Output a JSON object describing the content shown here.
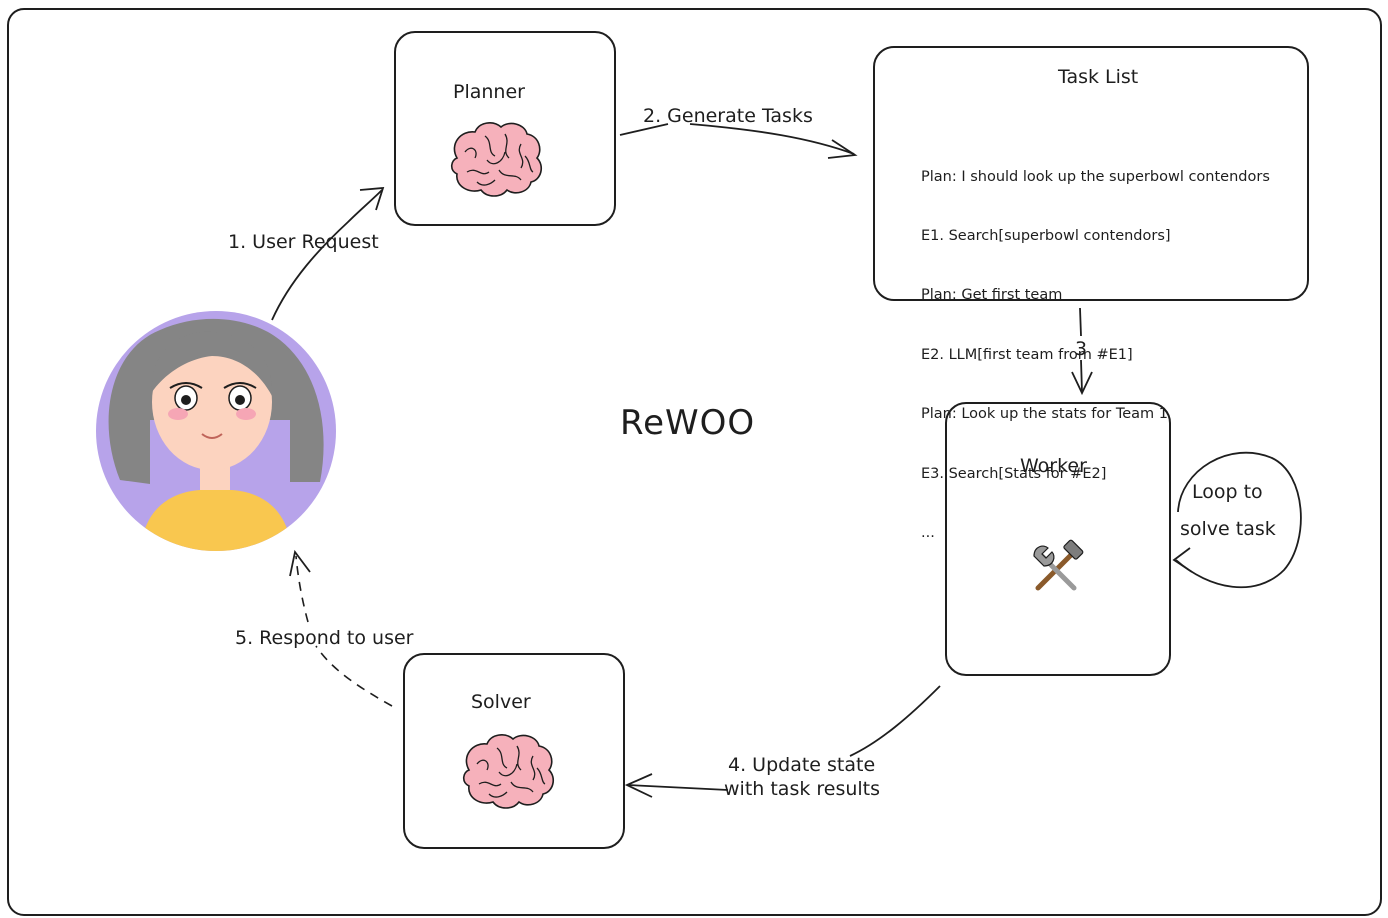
{
  "title": "ReWOO",
  "nodes": {
    "planner": {
      "label": "Planner",
      "icon": "brain-icon"
    },
    "task_list": {
      "label": "Task List",
      "lines": [
        "Plan: I should look up the superbowl contendors",
        "E1. Search[superbowl contendors]",
        "Plan: Get first team",
        "E2. LLM[first team from #E1]",
        "Plan: Look up the stats for Team 1",
        "E3. Search[Stats for #E2]",
        "..."
      ]
    },
    "worker": {
      "label": "Worker",
      "icon": "hammer-wrench-icon"
    },
    "solver": {
      "label": "Solver",
      "icon": "brain-icon"
    },
    "user": {
      "icon": "user-avatar-icon"
    },
    "loop": {
      "label_line1": "Loop to",
      "label_line2": "solve task"
    }
  },
  "edges": {
    "user_to_planner": "1. User Request",
    "planner_to_tasklist": "2. Generate Tasks",
    "tasklist_to_worker": "3",
    "worker_to_solver_line1": "4. Update state",
    "worker_to_solver_line2": "with task results",
    "solver_to_user": "5. Respond to user"
  },
  "colors": {
    "stroke": "#1e1e1e",
    "avatar_circle": "#b7a3ea",
    "hair": "#858585",
    "skin": "#fcd3bf",
    "shirt": "#f9c74f",
    "brain": "#f6b1bb"
  }
}
